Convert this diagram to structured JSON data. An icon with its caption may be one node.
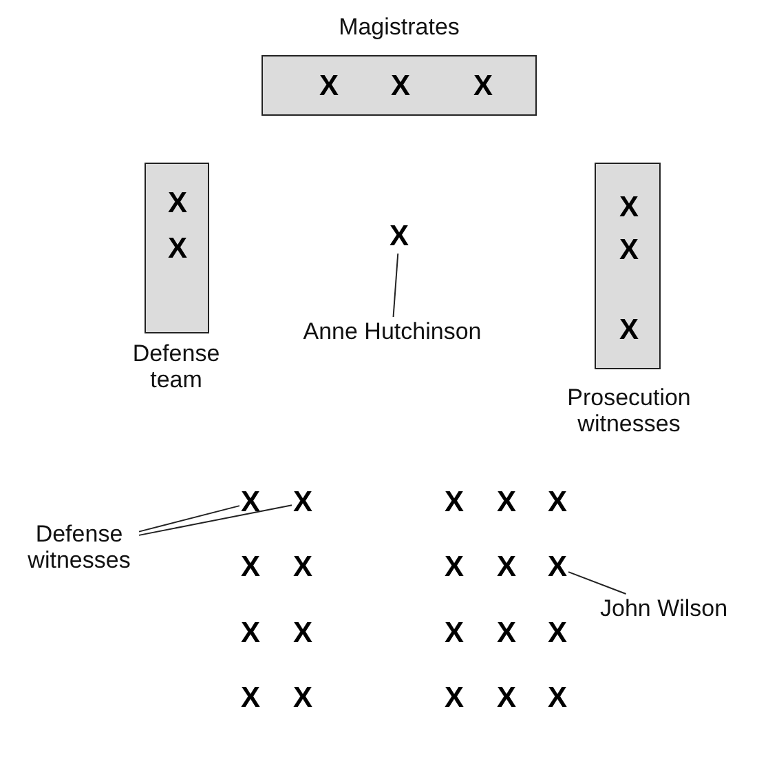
{
  "diagram": {
    "nodes": [
      {
        "text": [
          "Magistrates",
          "X",
          "X",
          "X"
        ]
      },
      {
        "text": [
          "X",
          "X",
          "Defense team"
        ]
      },
      {
        "text": [
          "X"
        ]
      },
      {
        "text": [
          "Anne Hutchinson"
        ]
      },
      {
        "text": [
          "X",
          "X",
          "X",
          "Prosecution witnesses"
        ]
      },
      {
        "text": [
          "Defense witnesses"
        ]
      },
      {
        "text": [
          "X"
        ]
      },
      {
        "text": [
          "X"
        ]
      },
      {
        "text": [
          "X"
        ]
      },
      {
        "text": [
          "John Wilson"
        ]
      }
    ],
    "edges": [
      {
        "from": 3,
        "to": 2,
        "arrow": "none"
      },
      {
        "from": 5,
        "to": 6,
        "arrow": "none"
      },
      {
        "from": 5,
        "to": 7,
        "arrow": "none"
      },
      {
        "from": 9,
        "to": 8,
        "arrow": "none"
      }
    ],
    "labels": [
      "X",
      "X",
      "X",
      "X",
      "X",
      "X",
      "X",
      "X",
      "X",
      "X",
      "X",
      "X",
      "X",
      "X",
      "X",
      "X",
      "X"
    ]
  }
}
